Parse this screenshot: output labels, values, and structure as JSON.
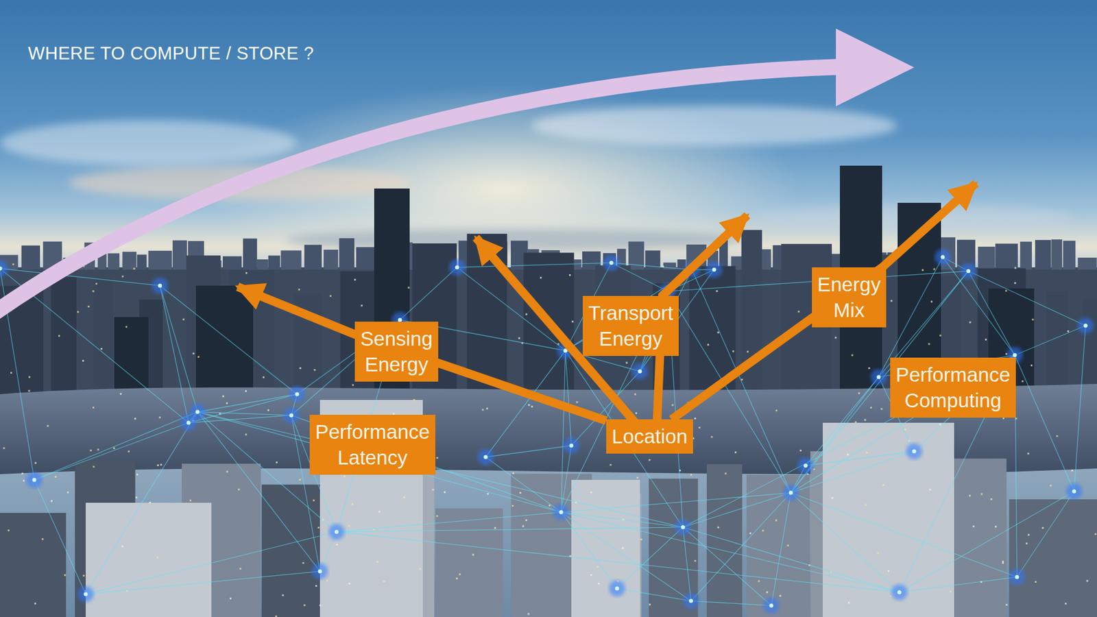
{
  "diagram": {
    "title": "WHERE TO COMPUTE / STORE ?",
    "nodes": [
      {
        "text": [
          "Sensing Energy"
        ]
      },
      {
        "text": [
          "Performance Latency"
        ]
      },
      {
        "text": [
          "Transport Energy"
        ]
      },
      {
        "text": [
          "Energy Mix"
        ]
      },
      {
        "text": [
          "Performance Computing"
        ]
      },
      {
        "text": [
          "Location"
        ]
      }
    ],
    "edges": [
      {
        "from": 5,
        "to": 0,
        "arrow": "to"
      },
      {
        "from": 5,
        "to": 2,
        "arrow": "to"
      },
      {
        "from": 5,
        "to": 3,
        "arrow": "to"
      }
    ]
  }
}
